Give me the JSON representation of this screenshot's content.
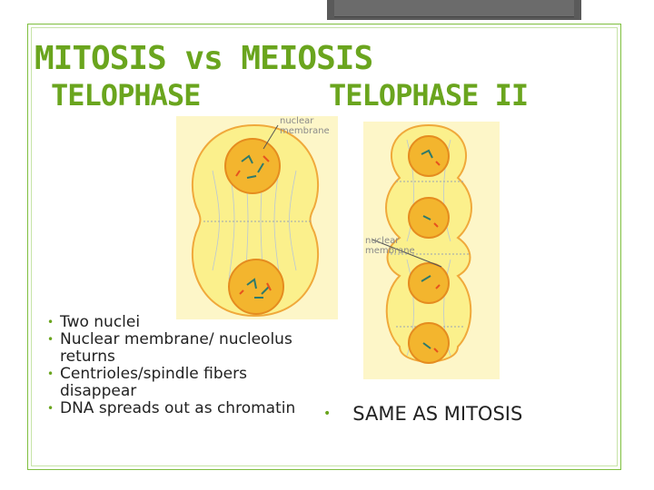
{
  "slide": {
    "title": "MITOSIS vs MEIOSIS",
    "subtitle_left": "TELOPHASE",
    "subtitle_right": "TELOPHASE II"
  },
  "figure_left": {
    "label_line1": "nuclear",
    "label_line2": "membrane"
  },
  "figure_right": {
    "label_line1": "nuclear",
    "label_line2": "membrane"
  },
  "bullets_left": [
    "Two nuclei",
    "Nuclear membrane/ nucleolus returns",
    "Centrioles/spindle fibers disappear",
    "DNA spreads out as chromatin"
  ],
  "bullet_right": "SAME AS MITOSIS",
  "colors": {
    "accent": "#6aa51e",
    "cell_fill": "#fbf3a6",
    "cell_stroke": "#f0a93b",
    "nucleus_fill": "#f3b52e"
  }
}
